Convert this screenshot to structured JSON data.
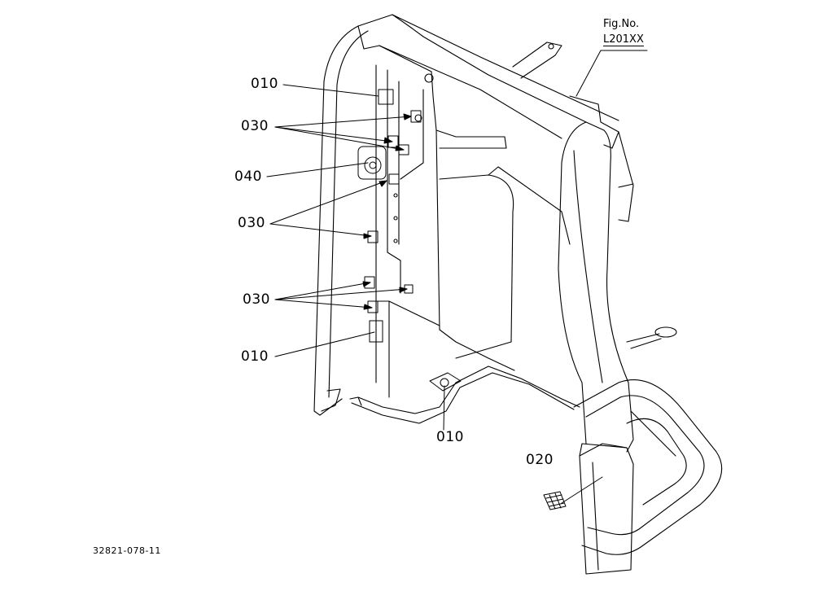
{
  "figure": {
    "fig_no_label": "Fig.No.",
    "fig_code": "L201XX",
    "drawing_number": "32821-078-11"
  },
  "callouts": [
    {
      "id": "c1",
      "text": "010"
    },
    {
      "id": "c2",
      "text": "030"
    },
    {
      "id": "c3",
      "text": "040"
    },
    {
      "id": "c4",
      "text": "030"
    },
    {
      "id": "c5",
      "text": "030"
    },
    {
      "id": "c6",
      "text": "010"
    },
    {
      "id": "c7",
      "text": "010"
    },
    {
      "id": "c8",
      "text": "020"
    }
  ],
  "colors": {
    "line": "#000000",
    "background": "#ffffff"
  }
}
